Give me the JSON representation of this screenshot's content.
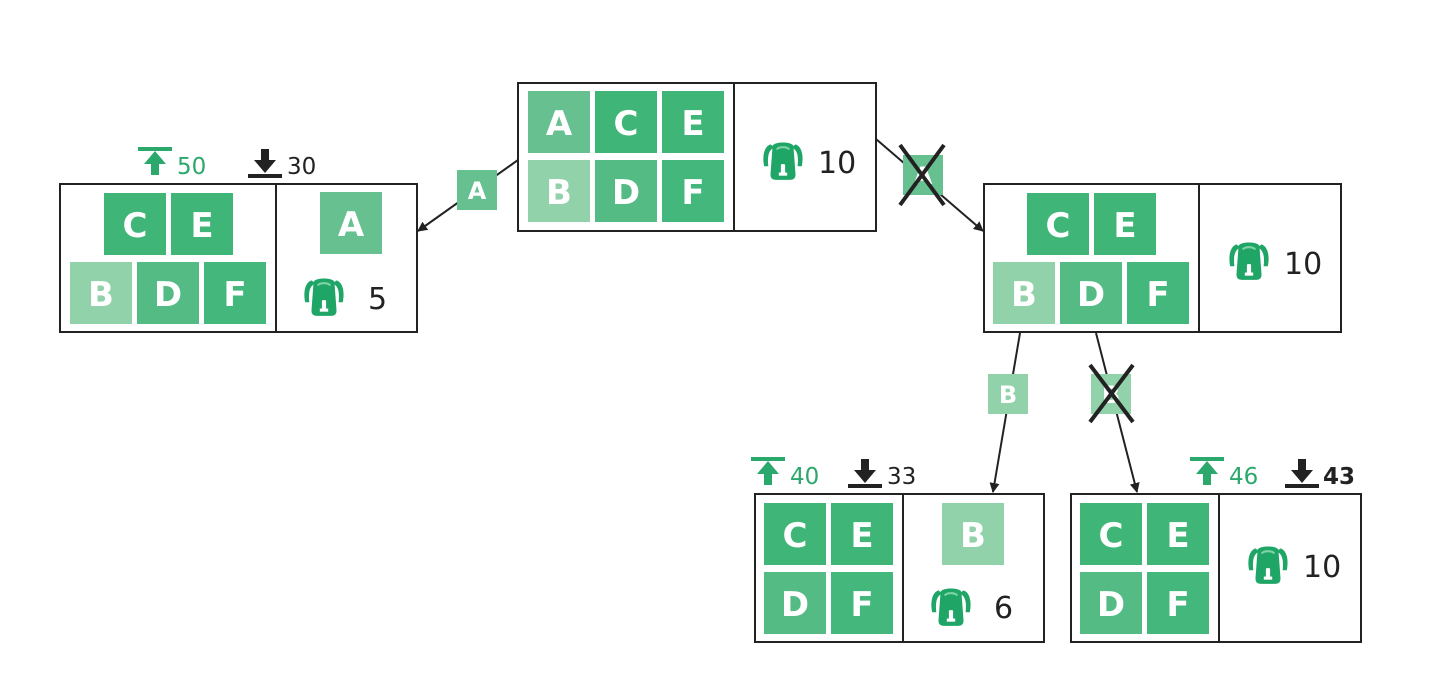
{
  "colors": {
    "tile_a": "#66c08f",
    "tile_b": "#92d2ab",
    "tile_c": "#3fb577",
    "tile_d": "#55bb85",
    "tile_e": "#3fb577",
    "tile_f": "#44b87c",
    "upper_bound": "#2ba86c",
    "lower_bound": "#222222",
    "border": "#222222",
    "backpack_icon": "#1fa667"
  },
  "nodes": {
    "root": {
      "items": [
        "A",
        "C",
        "E",
        "B",
        "D",
        "F"
      ],
      "value": "10"
    },
    "left": {
      "remaining": [
        "C",
        "E",
        "B",
        "D",
        "F"
      ],
      "taken": "A",
      "value": "5",
      "upper_bound": "50",
      "lower_bound": "30"
    },
    "right": {
      "remaining": [
        "C",
        "E",
        "B",
        "D",
        "F"
      ],
      "value": "10"
    },
    "bottom_left": {
      "remaining": [
        "C",
        "E",
        "D",
        "F"
      ],
      "taken": "B",
      "value": "6",
      "upper_bound": "40",
      "lower_bound": "33"
    },
    "bottom_right": {
      "remaining": [
        "C",
        "E",
        "D",
        "F"
      ],
      "value": "10",
      "upper_bound": "46",
      "lower_bound": "43"
    }
  },
  "edges": {
    "root_left": {
      "label": "A",
      "excluded": false
    },
    "root_right": {
      "label": "A",
      "excluded": true
    },
    "right_bottom_left": {
      "label": "B",
      "excluded": false
    },
    "right_bottom_right": {
      "label": "B",
      "excluded": true
    }
  }
}
